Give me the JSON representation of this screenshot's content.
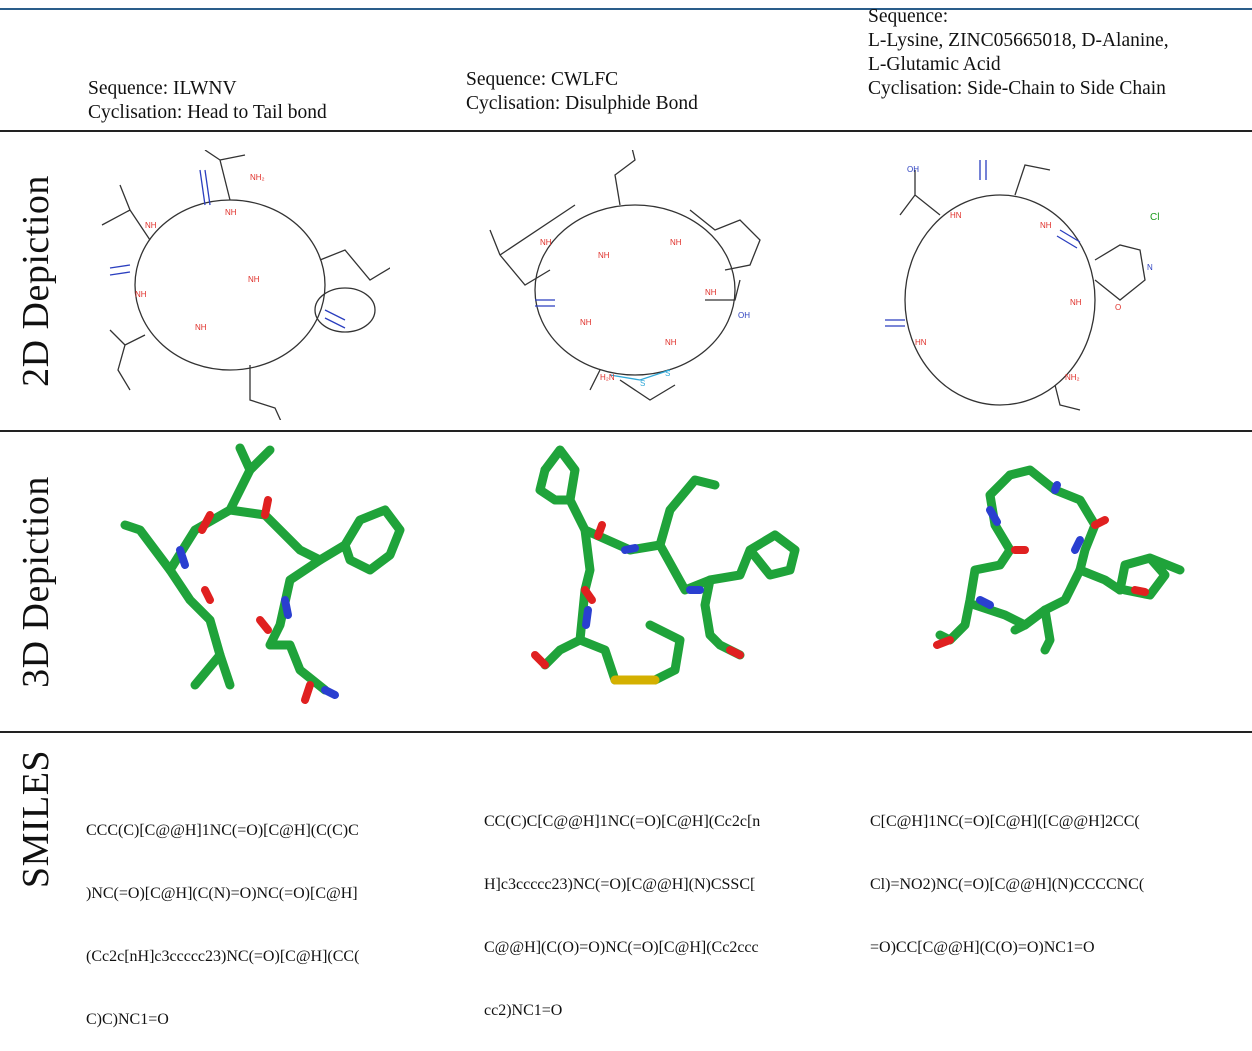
{
  "row_labels": {
    "depiction_2d": "2D Depiction",
    "depiction_3d": "3D Depiction",
    "smiles": "SMILES"
  },
  "peptides": [
    {
      "sequence_lines": [
        "Sequence: ILWNV"
      ],
      "cyclisation": "Cyclisation: Head to Tail bond",
      "atom_labels": [
        "NH",
        "NH",
        "NH",
        "NH",
        "NH",
        "NH₂"
      ],
      "smiles_lines": [
        "CCC(C)[C@@H]1NC(=O)[C@H](C(C)C",
        ")NC(=O)[C@H](C(N)=O)NC(=O)[C@H]",
        "(Cc2c[nH]c3ccccc23)NC(=O)[C@H](CC(",
        "C)C)NC1=O"
      ]
    },
    {
      "sequence_lines": [
        "Sequence: CWLFC"
      ],
      "cyclisation": "Cyclisation: Disulphide Bond",
      "atom_labels": [
        "NH",
        "NH",
        "NH",
        "NH",
        "NH",
        "NH",
        "H₂N",
        "S",
        "S",
        "OH"
      ],
      "smiles_lines": [
        "CC(C)C[C@@H]1NC(=O)[C@H](Cc2c[n",
        "H]c3ccccc23)NC(=O)[C@@H](N)CSSC[",
        "C@@H](C(O)=O)NC(=O)[C@H](Cc2ccc",
        "cc2)NC1=O"
      ]
    },
    {
      "sequence_lines": [
        "Sequence:",
        "L-Lysine, ZINC05665018, D-Alanine,",
        "L-Glutamic Acid"
      ],
      "cyclisation": "Cyclisation: Side-Chain to Side Chain",
      "atom_labels": [
        "OH",
        "HN",
        "NH",
        "NH",
        "HN",
        "NH₂",
        "Cl",
        "N",
        "O"
      ],
      "smiles_lines": [
        "C[C@H]1NC(=O)[C@H]([C@@H]2CC(",
        "Cl)=NO2)NC(=O)[C@@H](N)CCCCNC(",
        "=O)CC[C@@H](C(O)=O)NC1=O"
      ]
    }
  ],
  "colors": {
    "rule": "#222222",
    "top_rule": "#2a5d8a",
    "carbon_3d": "#1fa33a",
    "oxygen": "#e02020",
    "nitrogen": "#2a3fd0",
    "sulfur": "#d4b000",
    "heteroatom_2d": "#e0302a",
    "oxygen_2d": "#2b3fbf",
    "chlorine_2d": "#1a9a1a"
  }
}
